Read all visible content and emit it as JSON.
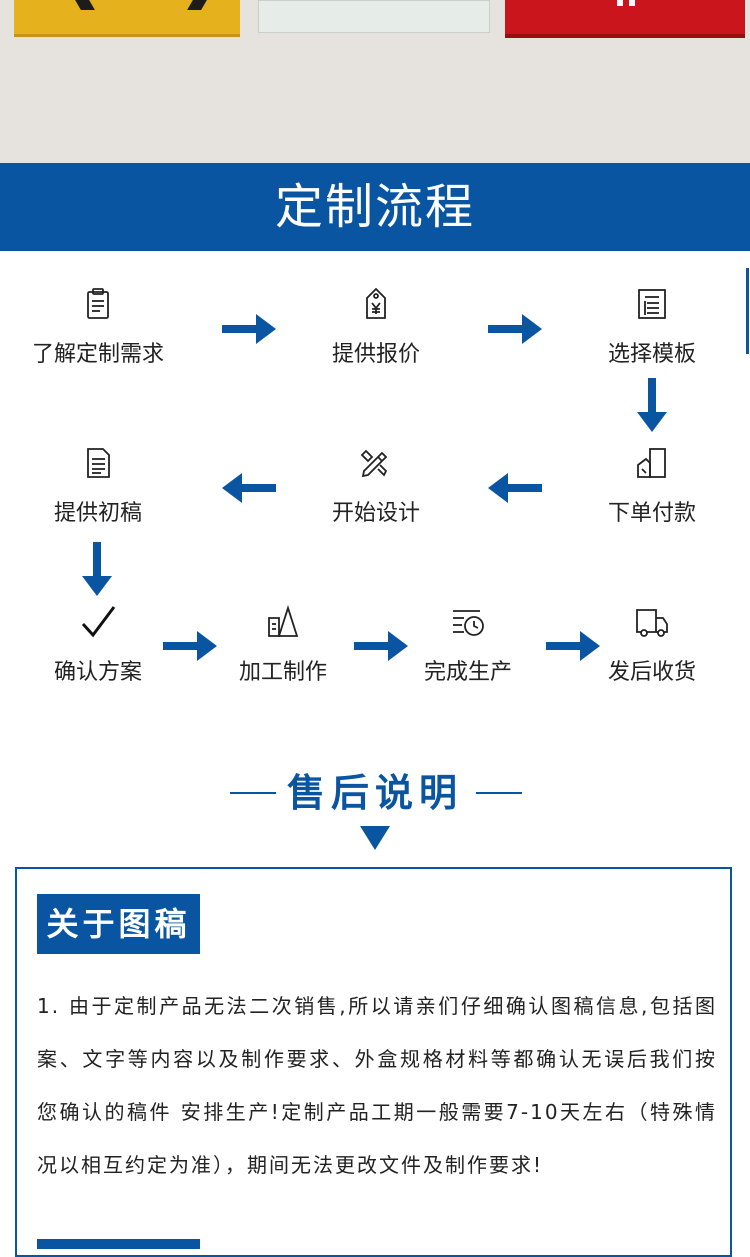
{
  "banner": {
    "title": "定制流程"
  },
  "steps": [
    {
      "label": "了解定制需求",
      "icon": "clipboard-icon"
    },
    {
      "label": "提供报价",
      "icon": "price-tag-icon"
    },
    {
      "label": "选择模板",
      "icon": "template-icon"
    },
    {
      "label": "下单付款",
      "icon": "payment-icon"
    },
    {
      "label": "开始设计",
      "icon": "design-tools-icon"
    },
    {
      "label": "提供初稿",
      "icon": "document-icon"
    },
    {
      "label": "确认方案",
      "icon": "checkmark-icon"
    },
    {
      "label": "加工制作",
      "icon": "crafting-icon"
    },
    {
      "label": "完成生产",
      "icon": "clock-list-icon"
    },
    {
      "label": "发后收货",
      "icon": "delivery-truck-icon"
    }
  ],
  "after_sales": {
    "title": "售后说明",
    "tag": "关于图稿",
    "text": "1. 由于定制产品无法二次销售,所以请亲们仔细确认图稿信息,包括图案、文字等内容以及制作要求、外盒规格材料等都确认无误后我们按您确认的稿件 安排生产!定制产品工期一般需要7-10天左右（特殊情况以相互约定为准），期间无法更改文件及制作要求!"
  },
  "colors": {
    "brand_blue": "#0a55a1",
    "text": "#222222",
    "top_band": "#e6e2de"
  }
}
